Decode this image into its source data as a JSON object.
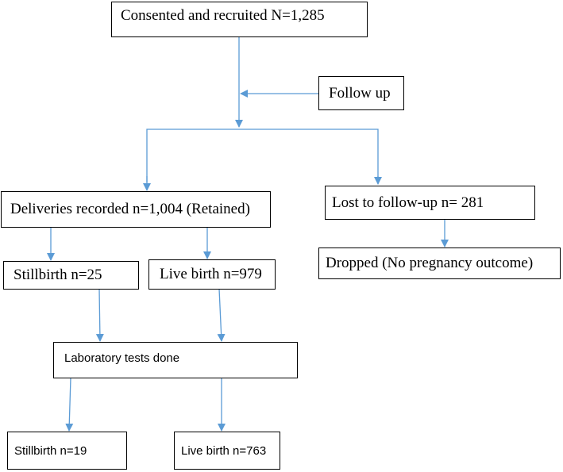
{
  "colors": {
    "arrow": "#5b9bd5",
    "box_border": "#000000",
    "background": "#ffffff"
  },
  "boxes": {
    "recruited": "Consented and recruited N=1,285",
    "follow_up": "Follow up",
    "deliveries": "Deliveries recorded n=1,004 (Retained)",
    "lost": "Lost to follow-up n= 281",
    "stillbirth_1": "Stillbirth n=25",
    "livebirth_1": "Live birth n=979",
    "dropped": "Dropped (No pregnancy outcome)",
    "lab_tests": "Laboratory tests done",
    "stillbirth_2": "Stillbirth n=19",
    "livebirth_2": "Live birth n=763"
  }
}
